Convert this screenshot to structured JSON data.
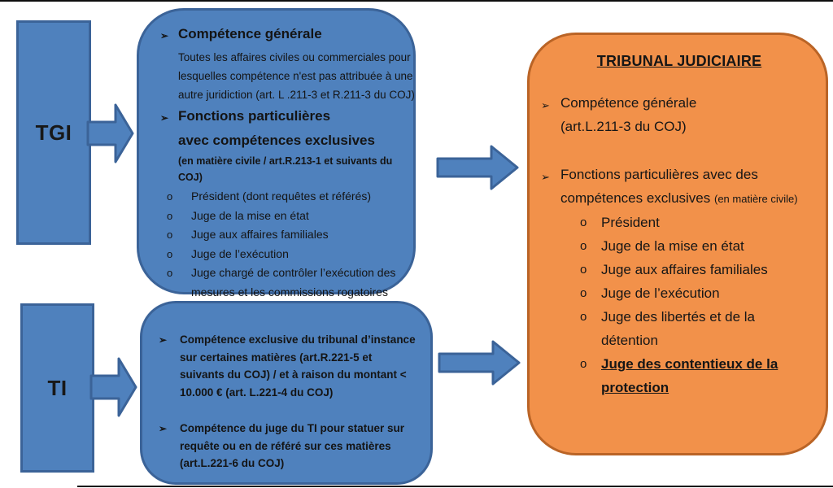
{
  "diagram_title_implicit": "Fusion du TGI et du TI dans le Tribunal judiciaire",
  "colors": {
    "blue_fill": "#4F81BD",
    "blue_border": "#3B6398",
    "orange_fill": "#F2914A",
    "orange_border": "#BA6426",
    "text": "#1d1d1d"
  },
  "bullets": {
    "arrow": "➢",
    "circle": "o"
  },
  "left_labels": {
    "tgi": "TGI",
    "ti": "TI"
  },
  "tgi_box": {
    "heading1": "Compétence générale",
    "body": "Toutes les affaires civiles ou commerciales pour lesquelles compétence n'est pas attribuée à une autre juridiction (art. L .211-3 et R.211-3 du COJ)",
    "heading2_line1": "Fonctions particulières",
    "heading2_line2": "avec compétences exclusives",
    "subnote": "(en matière civile / art.R.213-1 et suivants du COJ)",
    "items": [
      "Président (dont requêtes et référés)",
      "Juge de la mise en état",
      "Juge aux affaires familiales",
      "Juge de l’exécution",
      "Juge chargé de contrôler l’exécution des mesures et les commissions rogatoires"
    ]
  },
  "ti_box": {
    "item1": "Compétence exclusive du tribunal d’instance sur certaines matières (art.R.221-5 et suivants du COJ) / et à raison du montant  < 10.000 € (art. L.221-4 du COJ)",
    "item2": "Compétence du juge du TI pour statuer sur requête ou en de référé sur ces matières (art.L.221-6 du COJ)"
  },
  "tribunal_judiciaire_box": {
    "title": "TRIBUNAL JUDICIAIRE",
    "item1_line1": "Compétence générale",
    "item1_line2": "(art.L.211-3 du COJ)",
    "item2_main": "Fonctions particulières avec des compétences exclusives ",
    "item2_small": "(en matière civile)",
    "subitems": [
      "Président",
      "Juge de la mise en état",
      "Juge aux affaires familiales",
      "Juge de l’exécution",
      "Juge des libertés et de la détention"
    ],
    "subitem_underlined": "Juge des contentieux de la protection"
  }
}
